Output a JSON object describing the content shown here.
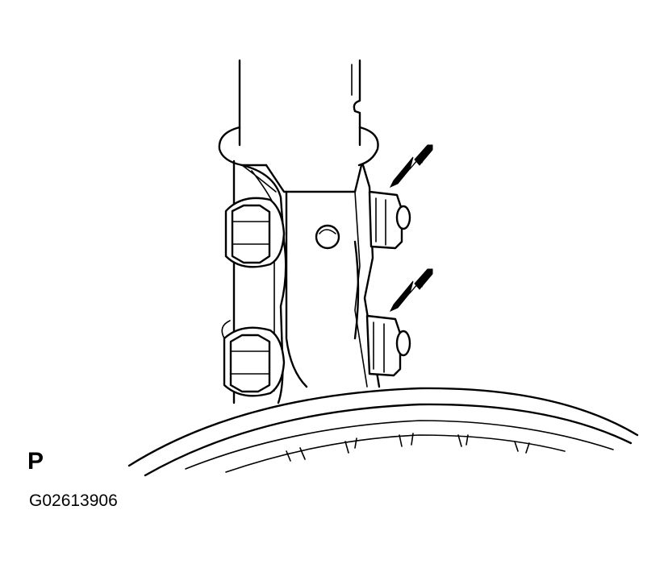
{
  "diagram": {
    "view_label": "P",
    "figure_id": "G02613906",
    "parts": {
      "shock_absorber": "shock-absorber",
      "bracket": "lower-bracket",
      "bolts": 2,
      "nuts": 2,
      "arrows": 2,
      "knuckle": "steering-knuckle-arc"
    }
  }
}
